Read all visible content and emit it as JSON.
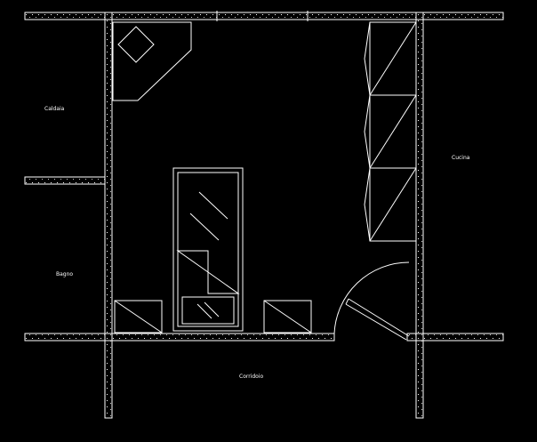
{
  "plan": {
    "rooms": {
      "caldaia": "Caldaia",
      "bagno": "Bagno",
      "cucina": "Cucina",
      "corridoio": "Corridoio"
    },
    "colors": {
      "background": "#000000",
      "lines": "#ffffff"
    }
  }
}
